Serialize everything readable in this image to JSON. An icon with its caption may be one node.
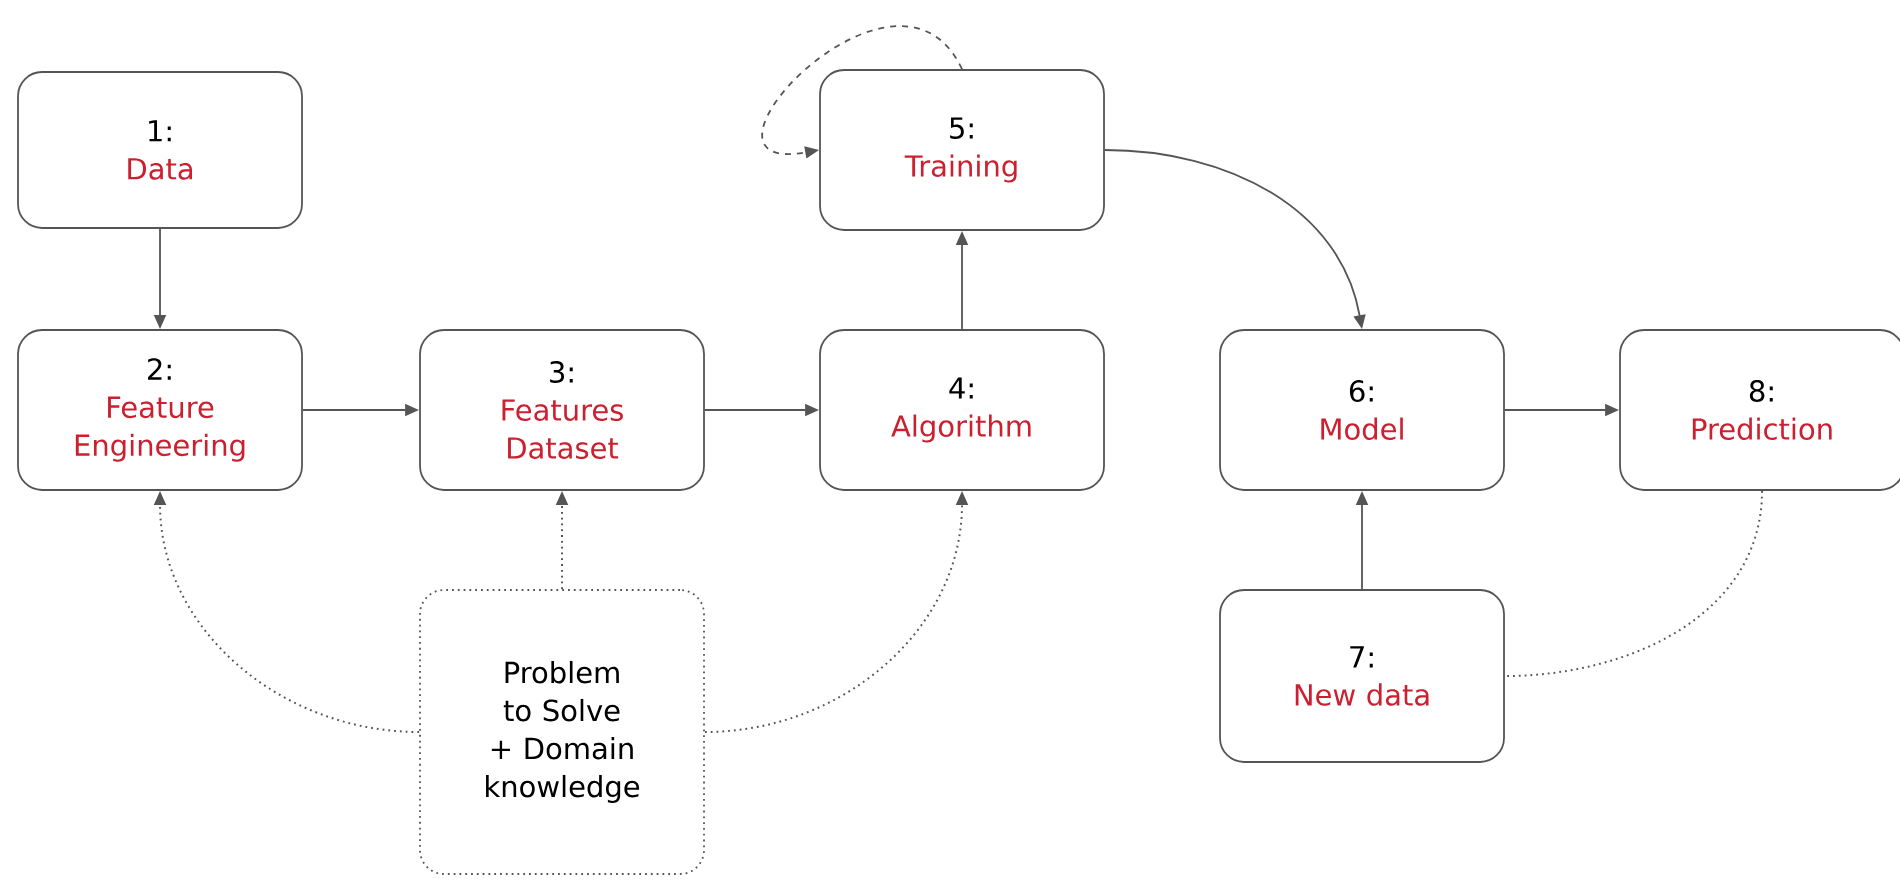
{
  "diagram": {
    "nodes": [
      {
        "text": [
          "1:",
          "Data"
        ]
      },
      {
        "text": [
          "2:",
          "Feature Engineering"
        ]
      },
      {
        "text": [
          "3:",
          "Features Dataset"
        ]
      },
      {
        "text": [
          "4:",
          "Algorithm"
        ]
      },
      {
        "text": [
          "5:",
          "Training"
        ]
      },
      {
        "text": [
          "6:",
          "Model"
        ]
      },
      {
        "text": [
          "7:",
          "New data"
        ]
      },
      {
        "text": [
          "8:",
          "Prediction"
        ]
      },
      {
        "text": [
          "Problem to Solve + Domain knowledge"
        ]
      }
    ],
    "edges": [
      {
        "from": 0,
        "to": 1,
        "arrow": "to"
      },
      {
        "from": 1,
        "to": 2,
        "arrow": "to"
      },
      {
        "from": 2,
        "to": 3,
        "arrow": "to"
      },
      {
        "from": 3,
        "to": 4,
        "arrow": "to"
      },
      {
        "from": 4,
        "to": 4,
        "arrow": "to",
        "style": "dashed"
      },
      {
        "from": 4,
        "to": 5,
        "arrow": "to"
      },
      {
        "from": 6,
        "to": 5,
        "arrow": "to"
      },
      {
        "from": 5,
        "to": 7,
        "arrow": "to"
      },
      {
        "from": 8,
        "to": 1,
        "arrow": "to",
        "style": "dashed"
      },
      {
        "from": 8,
        "to": 2,
        "arrow": "to",
        "style": "dashed"
      },
      {
        "from": 8,
        "to": 3,
        "arrow": "to",
        "style": "dashed"
      },
      {
        "from": 7,
        "to": 6,
        "arrow": "none",
        "style": "dashed"
      }
    ]
  }
}
